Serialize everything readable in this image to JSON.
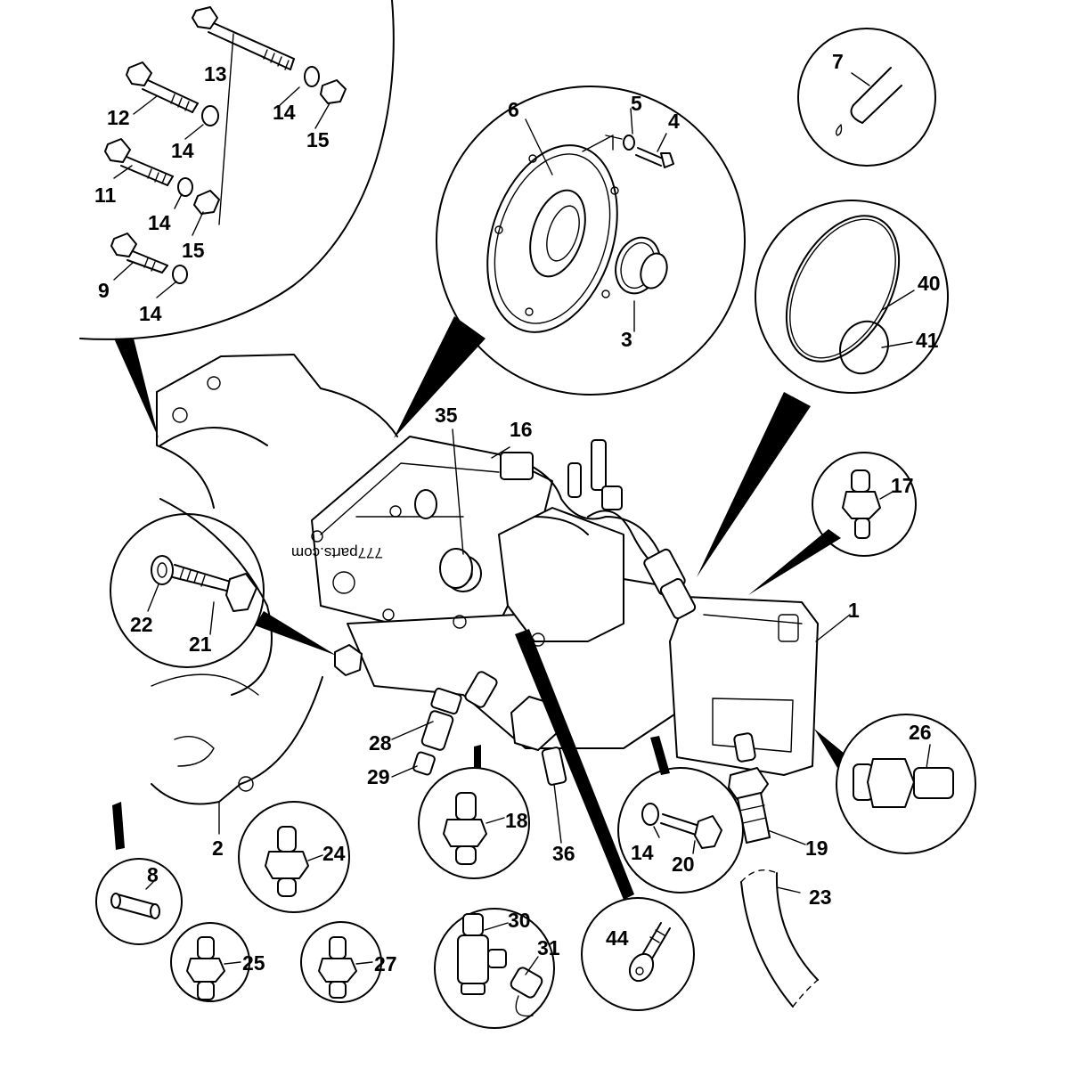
{
  "diagram": {
    "type": "exploded-parts-view",
    "watermark": "777parts.com",
    "callouts": [
      "1",
      "2",
      "3",
      "4",
      "5",
      "6",
      "7",
      "8",
      "9",
      "11",
      "12",
      "13",
      "14",
      "15",
      "16",
      "17",
      "18",
      "19",
      "20",
      "21",
      "22",
      "23",
      "24",
      "25",
      "26",
      "27",
      "28",
      "29",
      "30",
      "31",
      "35",
      "36",
      "40",
      "41",
      "44"
    ]
  }
}
